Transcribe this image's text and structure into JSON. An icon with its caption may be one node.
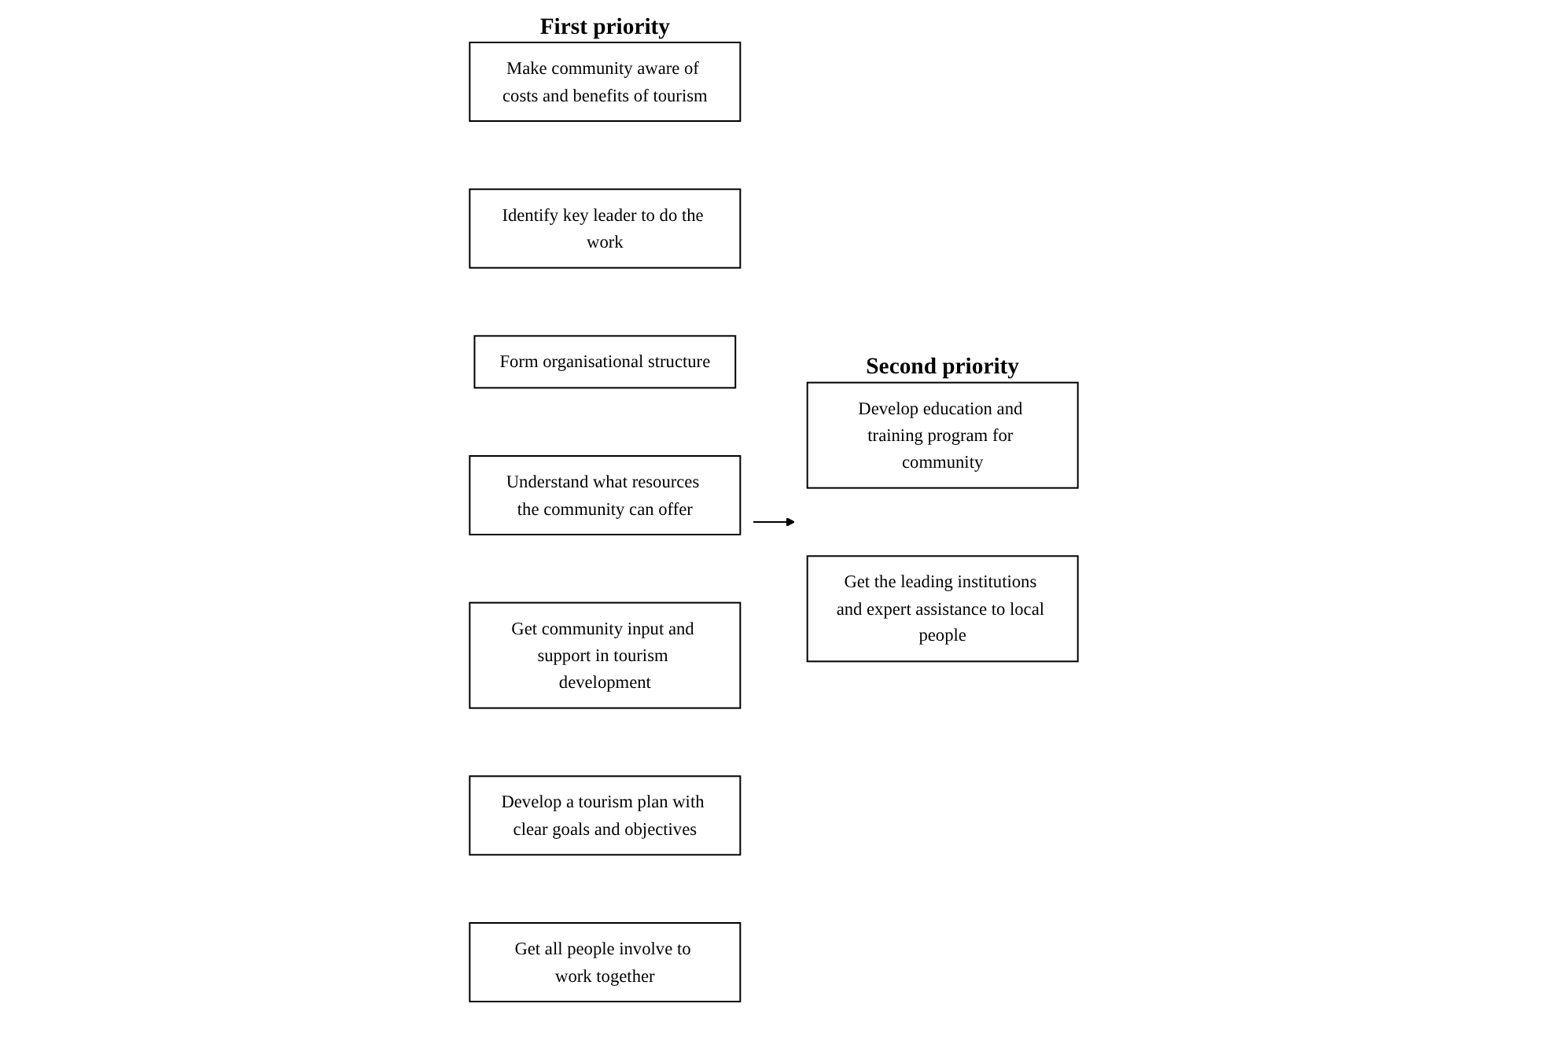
{
  "diagram": {
    "nodes": [
      {
        "text": [
          "First priority"
        ]
      },
      {
        "text": [
          "Make community aware of costs and benefits of tourism"
        ],
        "in": 0
      },
      {
        "text": [
          "Identify key leader to do the work"
        ],
        "in": 0
      },
      {
        "text": [
          "Form organisational structure"
        ],
        "in": 0
      },
      {
        "text": [
          "Understand what resources the community can offer"
        ],
        "in": 0
      },
      {
        "text": [
          "Get community input and support in tourism development"
        ],
        "in": 0
      },
      {
        "text": [
          "Develop a tourism plan with clear goals and objectives"
        ],
        "in": 0
      },
      {
        "text": [
          "Get all people involve to work together"
        ],
        "in": 0
      },
      {
        "text": [
          "Second priority"
        ]
      },
      {
        "text": [
          "Develop education and training program for community"
        ],
        "in": 8
      },
      {
        "text": [
          "Get the leading institutions and expert assistance to local people"
        ],
        "in": 8
      }
    ],
    "edges": [
      {
        "from": 0,
        "to": 8,
        "arrow": "to"
      }
    ]
  }
}
